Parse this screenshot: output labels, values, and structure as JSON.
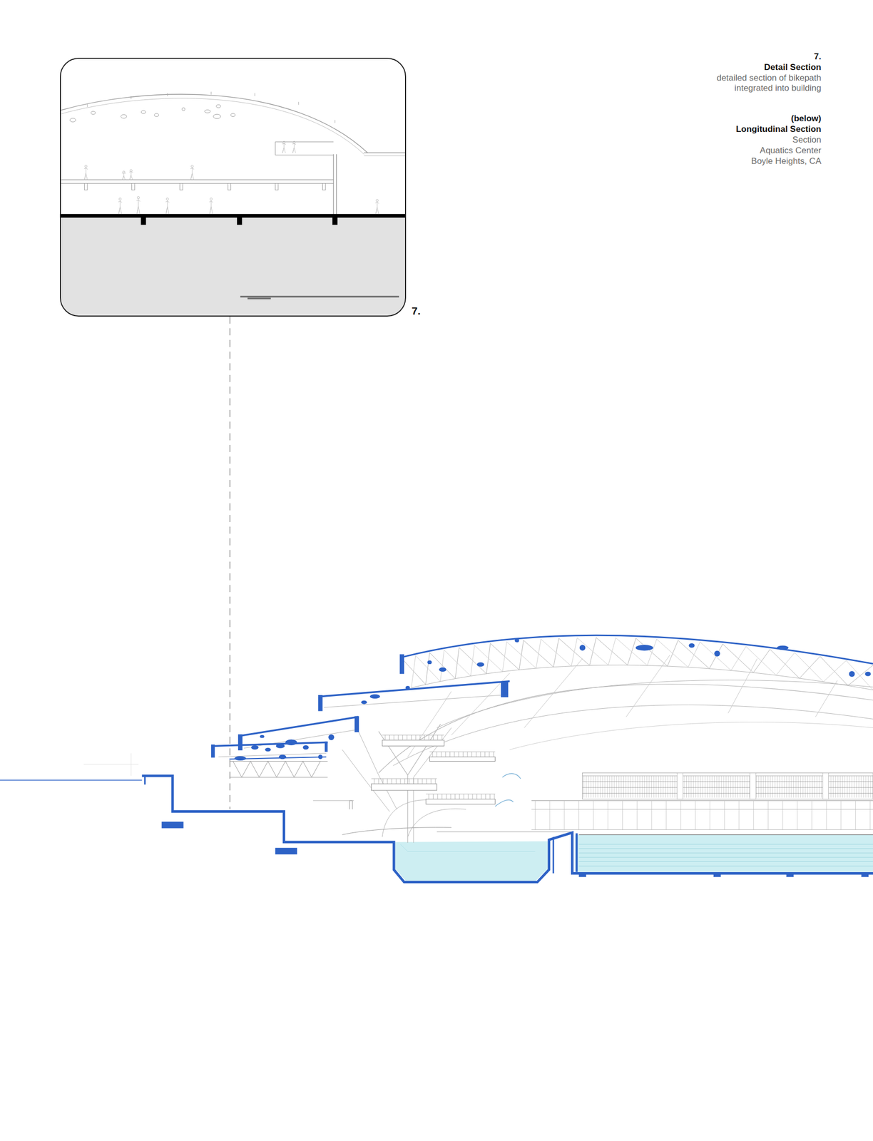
{
  "diagram": {
    "labels": [
      "7.",
      "Detail Section",
      "detailed section of bikepath integrated into building",
      "(below)",
      "Longitudinal Section",
      "Section",
      "Aquatics Center",
      "Boyle Heights, CA",
      "7."
    ]
  }
}
